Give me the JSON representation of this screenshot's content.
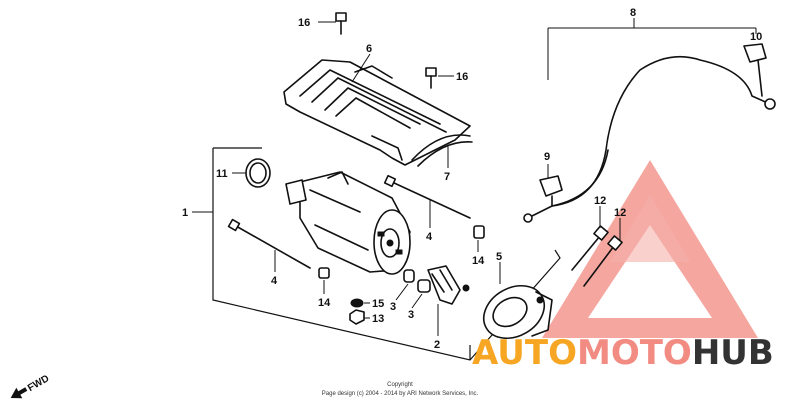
{
  "diagram": {
    "callouts": [
      {
        "id": "c16a",
        "label": "16"
      },
      {
        "id": "c6",
        "label": "6"
      },
      {
        "id": "c16b",
        "label": "16"
      },
      {
        "id": "c7",
        "label": "7"
      },
      {
        "id": "c8",
        "label": "8"
      },
      {
        "id": "c10",
        "label": "10"
      },
      {
        "id": "c9",
        "label": "9"
      },
      {
        "id": "c11",
        "label": "11"
      },
      {
        "id": "c1",
        "label": "1"
      },
      {
        "id": "c4a",
        "label": "4"
      },
      {
        "id": "c4b",
        "label": "4"
      },
      {
        "id": "c14a",
        "label": "14"
      },
      {
        "id": "c14b",
        "label": "14"
      },
      {
        "id": "c5",
        "label": "5"
      },
      {
        "id": "c12a",
        "label": "12"
      },
      {
        "id": "c12b",
        "label": "12"
      },
      {
        "id": "c3a",
        "label": "3"
      },
      {
        "id": "c3b",
        "label": "3"
      },
      {
        "id": "c15",
        "label": "15"
      },
      {
        "id": "c13",
        "label": "13"
      },
      {
        "id": "c2",
        "label": "2"
      }
    ],
    "direction_label": "FWD",
    "copyright_title": "Copyright",
    "copyright_text": "Page design (c) 2004 - 2014 by ARI Network Services, Inc.",
    "watermark": {
      "part1": "AUTO",
      "part2": "MOTO",
      "part3": "HUB",
      "color_red": "#e8473c",
      "color_orange": "#f6a623",
      "color_dark": "#333333"
    }
  }
}
